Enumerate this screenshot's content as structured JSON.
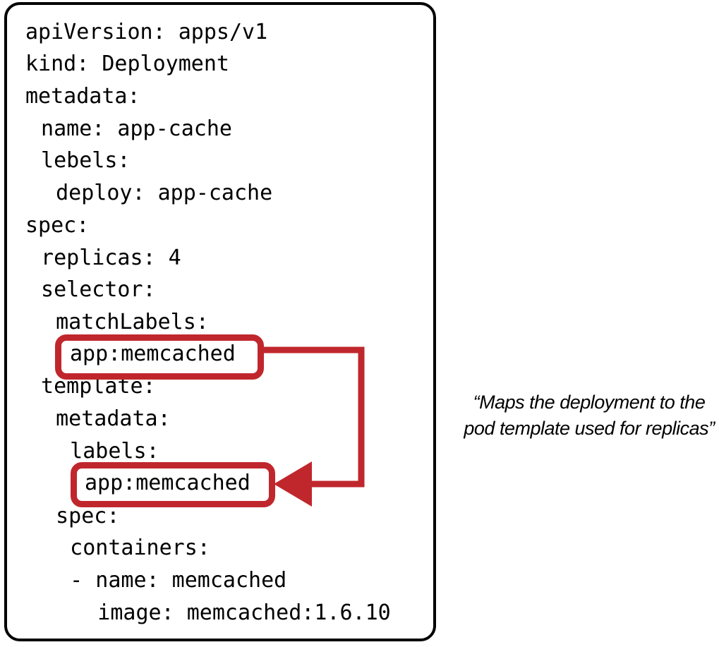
{
  "code": {
    "lines": [
      "apiVersion: apps/v1",
      "kind: Deployment",
      "metadata:",
      " name: app-cache",
      " lebels:",
      "  deploy: app-cache",
      "spec:",
      " replicas: 4",
      " selector:",
      "  matchLabels:",
      "",
      " template:",
      "  metadata:",
      "   labels:",
      "",
      "  spec:",
      "   containers:",
      "   - name: memcached",
      "     image: memcached:1.6.10"
    ],
    "selector_label": "app:memcached",
    "template_label": "app:memcached"
  },
  "annotation": {
    "line1": "“Maps the deployment to the",
    "line2": "pod template used for replicas”"
  },
  "colors": {
    "highlight": "#c0272d",
    "border": "#000000",
    "text": "#000000"
  }
}
